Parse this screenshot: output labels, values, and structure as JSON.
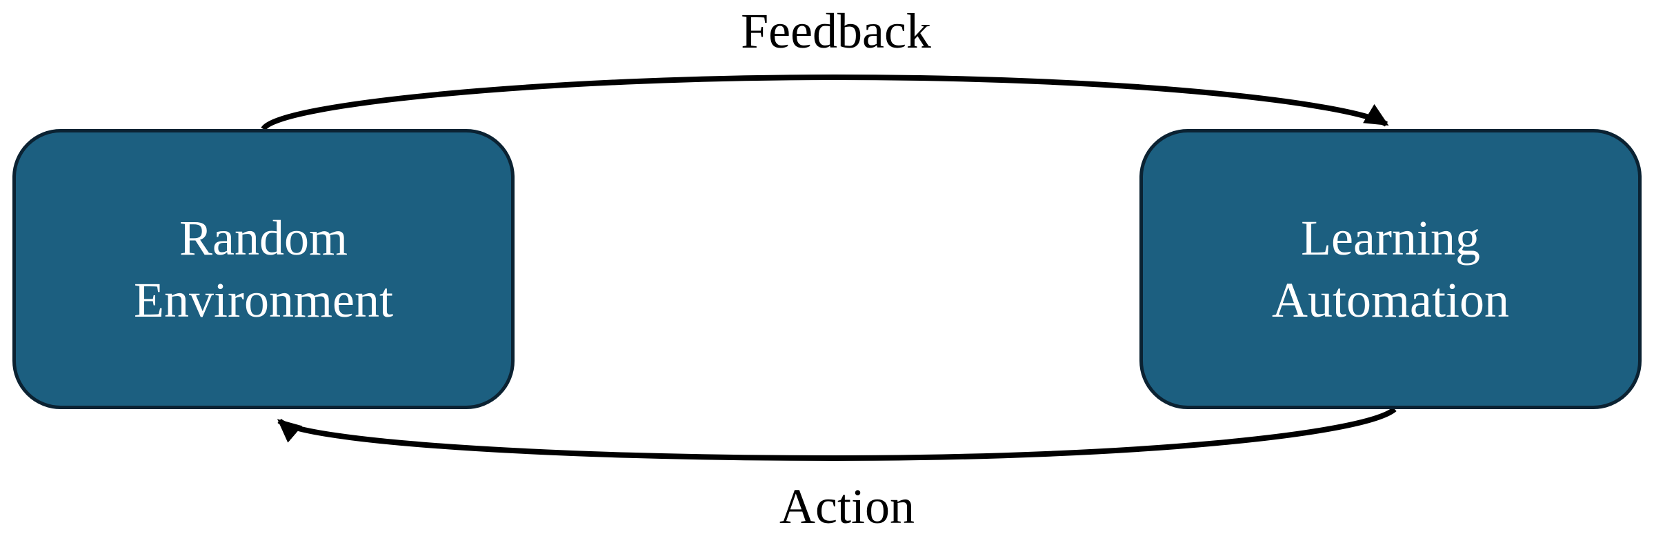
{
  "nodes": {
    "random_environment": {
      "line1": "Random",
      "line2": "Environment",
      "fill_color": "#1c5f80",
      "border_color": "#0b2232"
    },
    "learning_automation": {
      "line1": "Learning",
      "line2": "Automation",
      "fill_color": "#1c5f80",
      "border_color": "#0b2232"
    }
  },
  "edges": {
    "feedback": {
      "label": "Feedback",
      "from": "Random Environment",
      "to": "Learning Automation"
    },
    "action": {
      "label": "Action",
      "from": "Learning Automation",
      "to": "Random Environment"
    }
  },
  "colors": {
    "arrow": "#000000",
    "background": "#ffffff",
    "node_text": "#ffffff"
  }
}
